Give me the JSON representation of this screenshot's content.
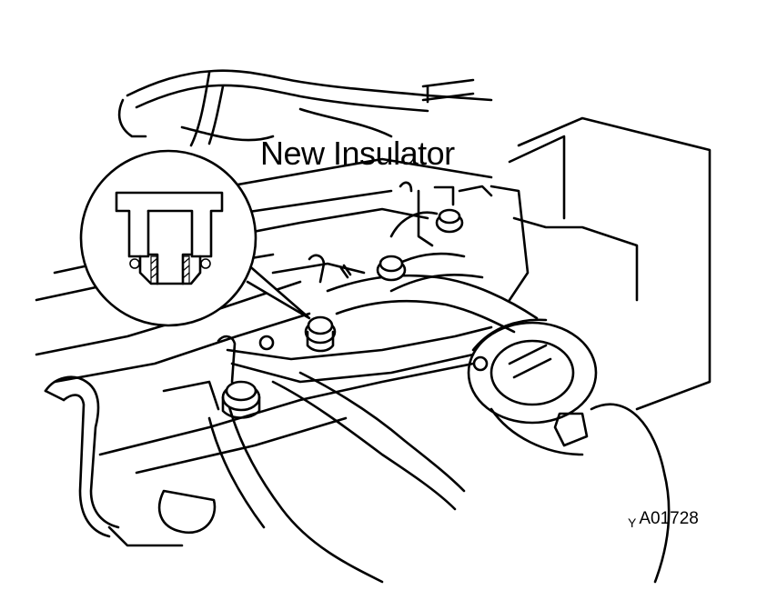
{
  "callout": {
    "label": "New Insulator"
  },
  "figure": {
    "code_prefix": "Y",
    "code": "A01728"
  }
}
